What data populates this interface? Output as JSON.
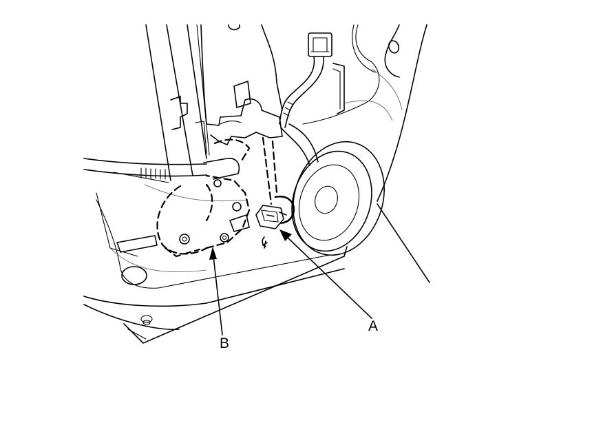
{
  "figure": {
    "callouts": [
      {
        "id": "A",
        "label": "A",
        "part": "connector"
      },
      {
        "id": "B",
        "label": "B",
        "part": "window-regulator-motor"
      }
    ]
  }
}
